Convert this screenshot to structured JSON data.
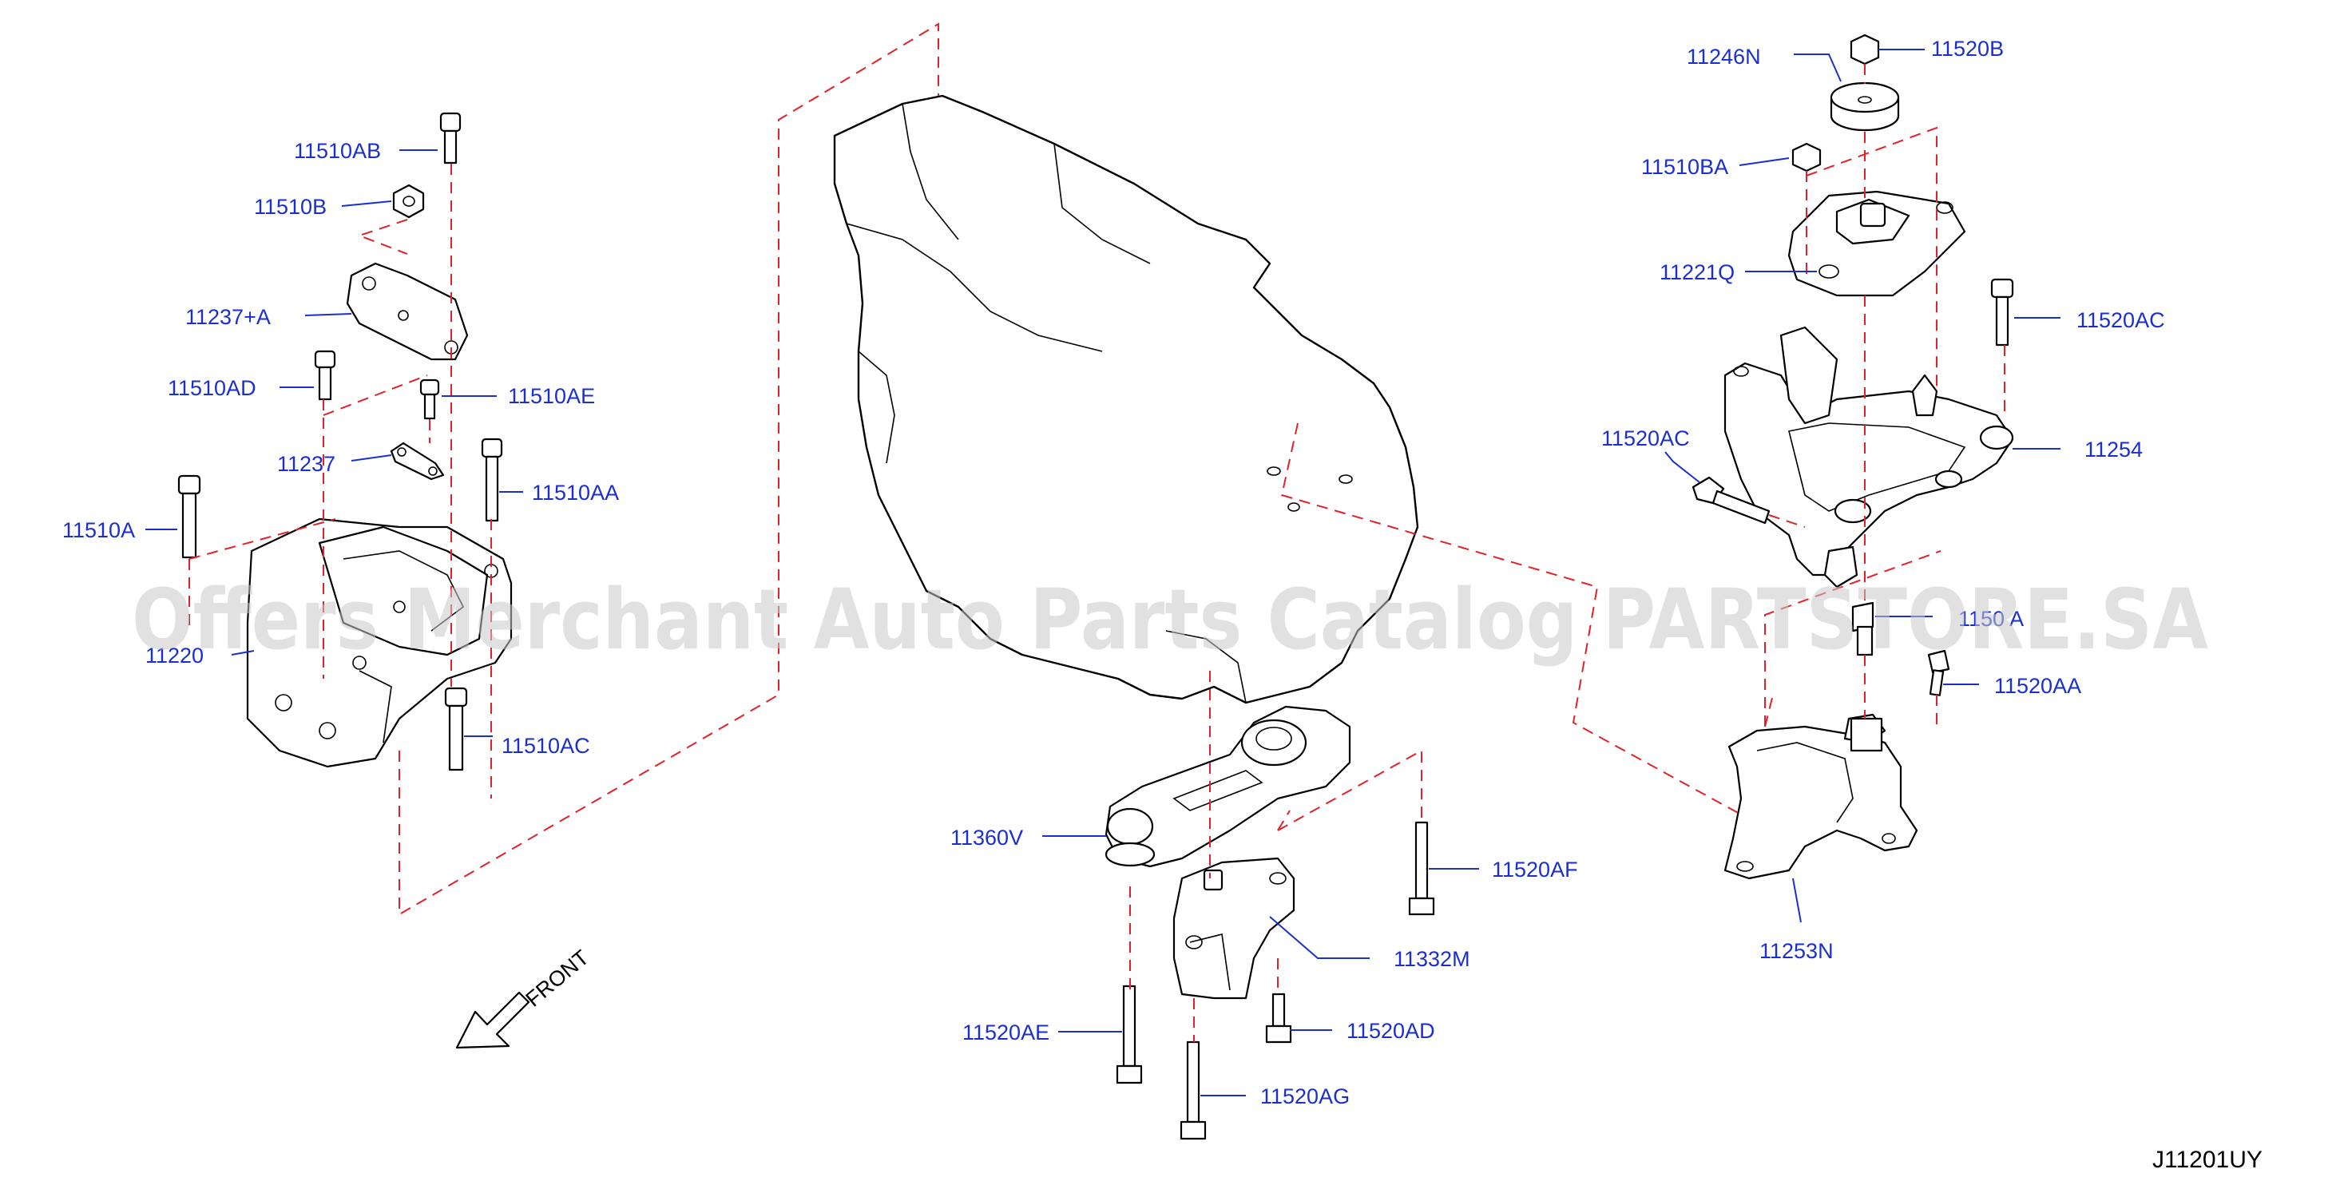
{
  "diagram_code": "J11201UY",
  "watermark": "Offers Merchant Auto Parts Catalog PARTSTORE.SA",
  "front_label": "FRONT",
  "labels": {
    "p11510AB": "11510AB",
    "p11510B": "11510B",
    "p11237A": "11237+A",
    "p11510AD": "11510AD",
    "p11510AE": "11510AE",
    "p11237": "11237",
    "p11510AA": "11510AA",
    "p11510A": "11510A",
    "p11220": "11220",
    "p11510AC": "11510AC",
    "p11360V": "11360V",
    "p11332M": "11332M",
    "p11520AF": "11520AF",
    "p11520AE": "11520AE",
    "p11520AD": "11520AD",
    "p11520AG": "11520AG",
    "p11246N": "11246N",
    "p11520B": "11520B",
    "p11510BA": "11510BA",
    "p11221Q": "11221Q",
    "p11520AC_r": "11520AC",
    "p11520AC_l": "11520AC",
    "p11254": "11254",
    "p1150A": "1150 A",
    "p11520AA": "11520AA",
    "p11253N": "11253N"
  },
  "colors": {
    "label_text": "#1a2fd0",
    "dash_line": "#e0222a",
    "outline": "#000000",
    "watermark": "#c8c8c8"
  }
}
